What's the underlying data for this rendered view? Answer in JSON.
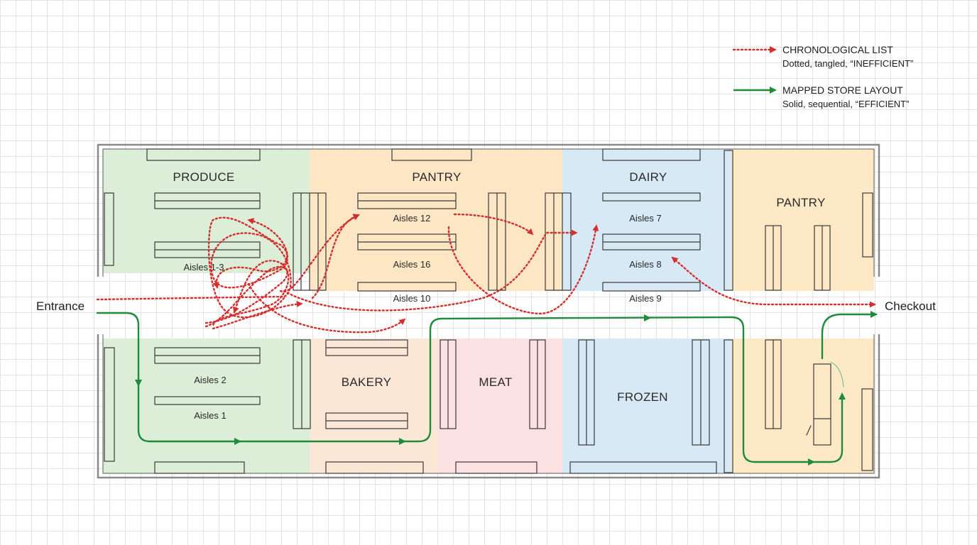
{
  "legend": [
    {
      "id": "red",
      "title": "CHRONOLOGICAL LIST",
      "subtitle": "Dotted, tangled, “INEFFICIENT”",
      "color": "#d32f2f",
      "style": "dotted"
    },
    {
      "id": "green",
      "title": "MAPPED STORE LAYOUT",
      "subtitle": "Solid, sequential, “EFFICIENT”",
      "color": "#1e8c3a",
      "style": "solid"
    }
  ],
  "entrance_label": "Entrance",
  "checkout_label": "Checkout",
  "departments": [
    {
      "name": "PRODUCE",
      "color": "#dcedd8"
    },
    {
      "name": "PANTRY",
      "color": "#fde6c4"
    },
    {
      "name": "DAIRY",
      "color": "#d7e9f5"
    },
    {
      "name": "PANTRY",
      "color": "#fde9c6"
    },
    {
      "name": "BAKERY",
      "color": "#fbe7d6"
    },
    {
      "name": "MEAT",
      "color": "#fbe1e1"
    },
    {
      "name": "FROZEN",
      "color": "#d7e9f5"
    }
  ],
  "aisles": [
    "Aisles 1-3",
    "Aisles 12",
    "Aisles 16",
    "Aisles 10",
    "Aisles 7",
    "Aisles 8",
    "Aisles 9",
    "Aisles 2",
    "Aisles 1"
  ],
  "colors": {
    "wall": "#8a8a8a",
    "wall_inner": "#5a5a5a",
    "shelf": "#3a3a3a",
    "red_path": "#d32f2f",
    "green_path": "#1e8c3a",
    "grid": "#e3e3e3"
  }
}
